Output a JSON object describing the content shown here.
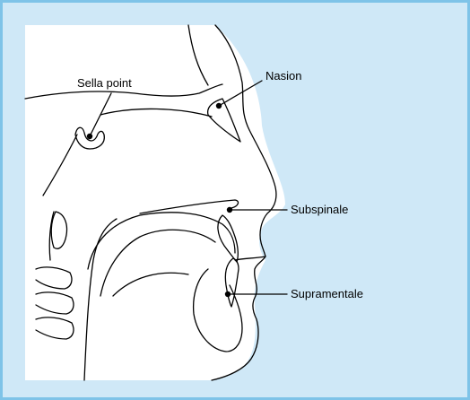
{
  "figure": {
    "labels": {
      "sella_point": "Sella point",
      "nasion": "Nasion",
      "subspinale": "Subspinale",
      "supramentale": "Supramentale"
    }
  }
}
